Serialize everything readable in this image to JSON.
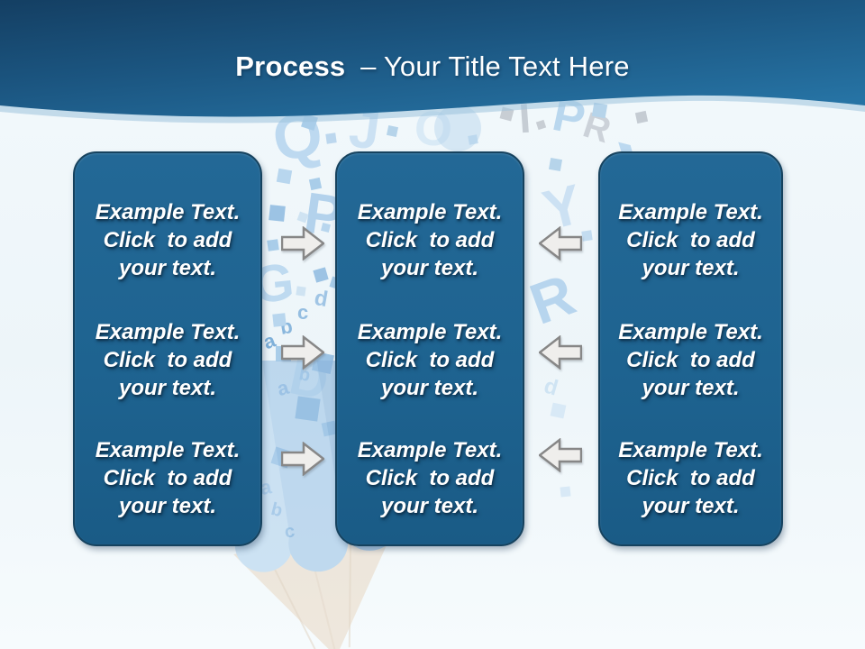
{
  "slide": {
    "header": {
      "title_emphasis": "Process",
      "title_rest": "– Your Title Text Here"
    },
    "columns": [
      {
        "name": "left",
        "paragraphs": [
          {
            "lines": [
              "Example Text.",
              "Click  to add",
              "your text."
            ]
          },
          {
            "lines": [
              "Example Text.",
              "Click  to add",
              "your text."
            ]
          },
          {
            "lines": [
              "Example Text.",
              "Click  to add",
              "your text."
            ]
          }
        ]
      },
      {
        "name": "middle",
        "paragraphs": [
          {
            "lines": [
              "Example Text.",
              "Click  to add",
              "your text."
            ]
          },
          {
            "lines": [
              "Example Text.",
              "Click  to add",
              "your text."
            ]
          },
          {
            "lines": [
              "Example Text.",
              "Click  to add",
              "your text."
            ]
          }
        ]
      },
      {
        "name": "right",
        "paragraphs": [
          {
            "lines": [
              "Example Text.",
              "Click  to add",
              "your text."
            ]
          },
          {
            "lines": [
              "Example Text.",
              "Click  to add",
              "your text."
            ]
          },
          {
            "lines": [
              "Example Text.",
              "Click  to add",
              "your text."
            ]
          }
        ]
      }
    ],
    "arrows": {
      "between_left_and_middle": {
        "direction": "right",
        "count": 3
      },
      "between_right_and_middle": {
        "direction": "left",
        "count": 3
      }
    },
    "background": {
      "description": "scattered pale blue letters, squares and a blue pencil tip",
      "glyphs": [
        {
          "char": "Q"
        },
        {
          "char": "J"
        },
        {
          "char": "O"
        },
        {
          "char": "I"
        },
        {
          "char": "P"
        },
        {
          "char": "R"
        },
        {
          "char": "Y"
        },
        {
          "char": "Y"
        },
        {
          "char": "R"
        },
        {
          "char": "P"
        },
        {
          "char": "G"
        },
        {
          "char": "D"
        },
        {
          "char": "d"
        },
        {
          "char": "c"
        },
        {
          "char": "b"
        },
        {
          "char": "a"
        },
        {
          "char": "d"
        },
        {
          "char": "c"
        },
        {
          "char": "a"
        },
        {
          "char": "b"
        },
        {
          "char": "a"
        },
        {
          "char": "b"
        },
        {
          "char": "c"
        },
        {
          "char": "d"
        }
      ]
    },
    "colors": {
      "band_dark": "#143f63",
      "band_light": "#2673a4",
      "box_fill": "#1e6390",
      "box_border": "#16425e",
      "arrow_fill": "#efeeec",
      "arrow_border": "#878787",
      "background": "#eef5f9",
      "text": "#ffffff"
    }
  }
}
